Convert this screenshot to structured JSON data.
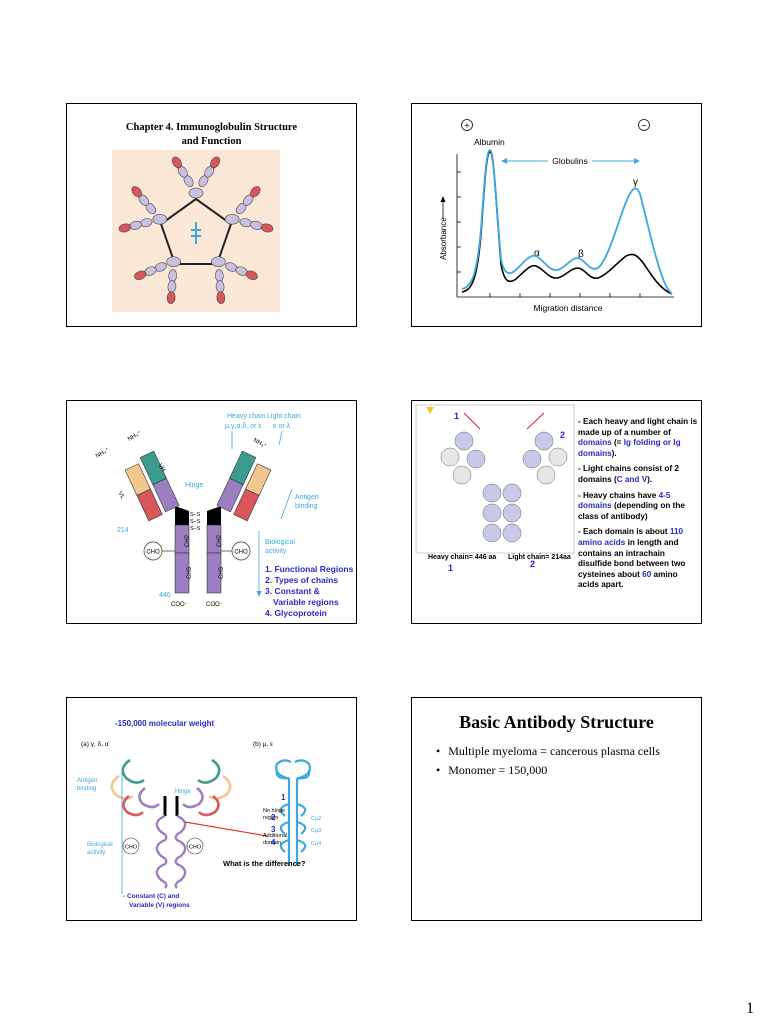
{
  "page_number": "1",
  "slide1": {
    "title_line1": "Chapter 4. Immunoglobulin Structure",
    "title_line2": "and Function"
  },
  "slide2": {
    "plus": "+",
    "minus": "−",
    "albumin": "Albumin",
    "globulins": "Globulins",
    "alpha": "α",
    "beta": "β",
    "gamma": "γ",
    "ylabel": "Absorbance",
    "xlabel": "Migration distance"
  },
  "slide3": {
    "heavy_chain_label": "Heavy chain",
    "heavy_chain_types": "μ,γ,α,δ, or ε",
    "light_chain_label": "Light chain",
    "light_chain_types": "κ or λ",
    "hinge": "Hinge",
    "antigen_binding_1": "Antigen",
    "antigen_binding_2": "binding",
    "biological_1": "Biological",
    "biological_2": "activity",
    "cho": "CHO",
    "coo": "COO⁻",
    "n214": "214",
    "n446": "446",
    "nh3": "NH₃⁺",
    "ss": "S–S",
    "vh": "VH",
    "vl": "VL",
    "ch1": "CH1",
    "ch2": "CH2",
    "ch3": "CH3",
    "cl": "CL",
    "notes": [
      "1. Functional Regions",
      "2. Types of chains",
      "3. Constant &",
      "Variable regions",
      "4. Glycoprotein"
    ]
  },
  "slide4": {
    "num1": "1",
    "num2": "2",
    "heavy_chain_caption": "Heavy chain= 446 aa",
    "light_chain_caption": "Light chain= 214aa",
    "b1": [
      "- Each heavy and light chain is made up of a number of ",
      "domains",
      " (= ",
      "Ig folding or Ig domains",
      ")."
    ],
    "b2": [
      "- Light chains consist of 2 domains (",
      "C and V",
      ")."
    ],
    "b3": [
      "- Heavy chains have ",
      "4-5 domains",
      " (depending on the class of antibody)"
    ],
    "b4": [
      "- Each domain is about ",
      "110 amino acids",
      " in length and contains an intrachain disulfide bond between two cysteines about ",
      "60",
      " amino acids apart."
    ]
  },
  "slide5": {
    "title": "-150,000 molecular weight",
    "panel_a": "(a) γ, δ, α",
    "panel_b": "(b) μ, ε",
    "antigen_binding_1": "Antigen",
    "antigen_binding_2": "binding",
    "biological_1": "Biological",
    "biological_2": "activity",
    "hinge": "Hinge",
    "cho": "CHO",
    "no_hinge_1": "No hinge",
    "no_hinge_2": "region",
    "additional_1": "Additional",
    "additional_2": "domain",
    "question": "What is the difference?",
    "nums": [
      "1",
      "2",
      "3",
      "4"
    ],
    "ch_labels": [
      "Cμ2",
      "Cμ3",
      "Cμ4"
    ],
    "footer_1": "- Constant (C) and",
    "footer_2": "Variable (V) regions"
  },
  "slide6": {
    "title": "Basic Antibody Structure",
    "bullets": [
      "Multiple myeloma = cancerous plasma cells",
      "Monomer = 150,000"
    ]
  },
  "colors": {
    "blue_text": "#2929c8",
    "cyan_line": "#3aa8df",
    "vh_teal": "#3a9c8c",
    "vl_orange": "#f2c68c",
    "cl_red": "#d9575b",
    "heavy_purple": "#9c7fc0",
    "pentamer_bg": "#fbe7d6"
  }
}
